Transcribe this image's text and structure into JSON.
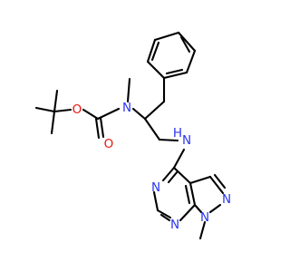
{
  "structure": {
    "atom_labels": {
      "o_ether": "O",
      "o_carbonyl": "O",
      "n_carbamate": "N",
      "nh_linker": "H",
      "nh_linker_n": "N",
      "n_pyrimidine_top": "N",
      "n_pyrimidine_bottom": "N",
      "n_pyrazole_right": "N",
      "n_pyrazole_methyl": "N"
    },
    "colors": {
      "carbon_bond": "#000000",
      "nitrogen": "#2a34f0",
      "oxygen": "#e8150b",
      "background": "#ffffff"
    }
  }
}
